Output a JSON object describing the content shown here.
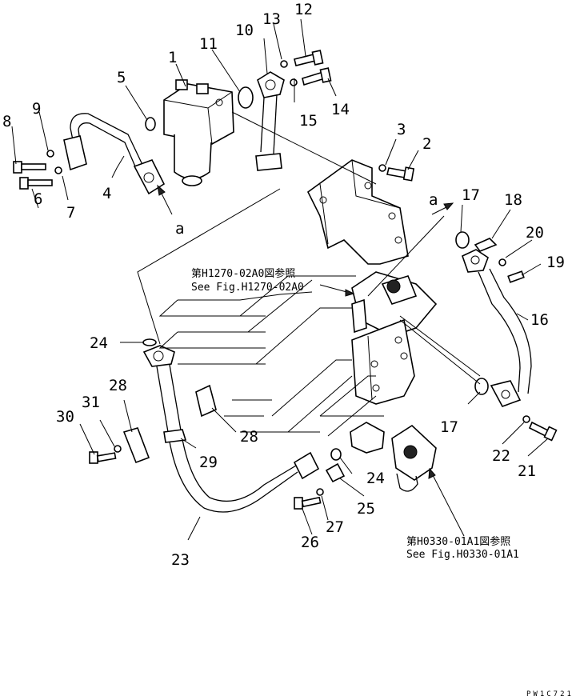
{
  "diagram": {
    "part_numbers": [
      "1",
      "2",
      "3",
      "4",
      "5",
      "6",
      "7",
      "8",
      "9",
      "10",
      "11",
      "12",
      "13",
      "14",
      "15",
      "16",
      "17",
      "17",
      "18",
      "19",
      "20",
      "21",
      "22",
      "23",
      "24",
      "24",
      "25",
      "26",
      "27",
      "28",
      "28",
      "29",
      "30",
      "31"
    ],
    "view_markers": [
      "a",
      "a"
    ],
    "references": [
      {
        "jp": "第H1270-02A0図参照",
        "en": "See Fig.H1270-02A0"
      },
      {
        "jp": "第H0330-01A1図参照",
        "en": "See Fig.H0330-01A1"
      }
    ],
    "drawing_code": "PW1C721"
  }
}
